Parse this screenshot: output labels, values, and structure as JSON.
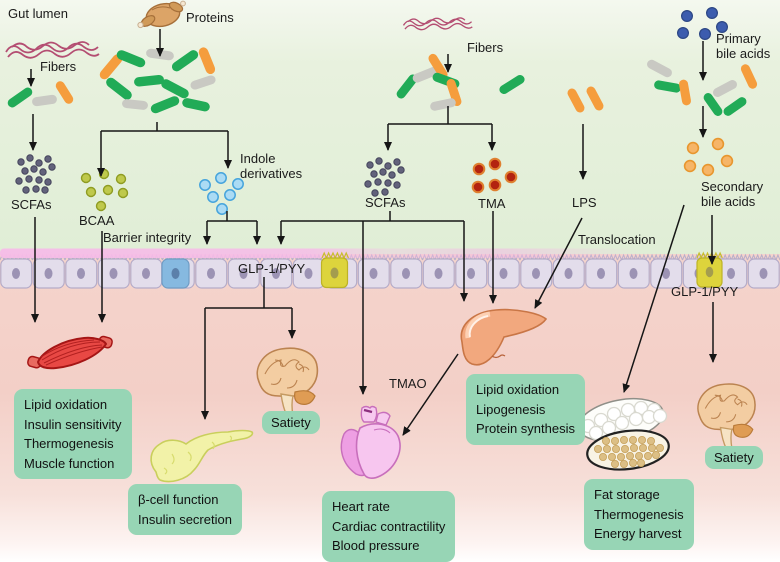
{
  "labels": {
    "gut_lumen": "Gut lumen",
    "fibers_left": "Fibers",
    "proteins": "Proteins",
    "scfas_left": "SCFAs",
    "bcaa": "BCAA",
    "indole_derivatives": "Indole derivatives",
    "barrier_integrity": "Barrier integrity",
    "glp1_pyy_left": "GLP-1/PYY",
    "fibers_mid": "Fibers",
    "scfas_mid": "SCFAs",
    "tma": "TMA",
    "lps": "LPS",
    "translocation": "Translocation",
    "primary_bile_acids": "Primary bile acids",
    "secondary_bile_acids": "Secondary bile acids",
    "glp1_pyy_right": "GLP-1/PYY",
    "tmao": "TMAO"
  },
  "effect_boxes": {
    "muscle": {
      "lines": [
        "Lipid oxidation",
        "Insulin sensitivity",
        "Thermogenesis",
        "Muscle function"
      ]
    },
    "pancreas": {
      "lines": [
        "β-cell function",
        "Insulin secretion"
      ]
    },
    "satiety_left": {
      "lines": [
        "Satiety"
      ]
    },
    "heart": {
      "lines": [
        "Heart rate",
        "Cardiac contractility",
        "Blood pressure"
      ]
    },
    "liver": {
      "lines": [
        "Lipid oxidation",
        "Lipogenesis",
        "Protein synthesis"
      ]
    },
    "fat": {
      "lines": [
        "Fat storage",
        "Thermogenesis",
        "Energy harvest"
      ]
    },
    "satiety_right": {
      "lines": [
        "Satiety"
      ]
    }
  },
  "colors": {
    "effect_box_bg": "#97d5b5",
    "bacteria_green": "#21ab57",
    "bacteria_orange": "#f59d3d",
    "bacteria_gray": "#c9c9c3",
    "scfa_dot": "#62627b",
    "bcaa_dot": "#bfc94c",
    "indole_dot": "#abdbf4",
    "tma_dot": "#b32310",
    "primary_bile_dot": "#3c5cae",
    "secondary_bile_dot": "#f6b568",
    "lumen_bg": "#e8f1de",
    "tissue_bg": "#f3cfc7",
    "mucus": "#f6bce8",
    "epithelial_cell": "#e3ddeb",
    "goblet_cell_blue": "#86b9e0",
    "enteroendocrine_cell_yellow": "#ddd43c"
  }
}
